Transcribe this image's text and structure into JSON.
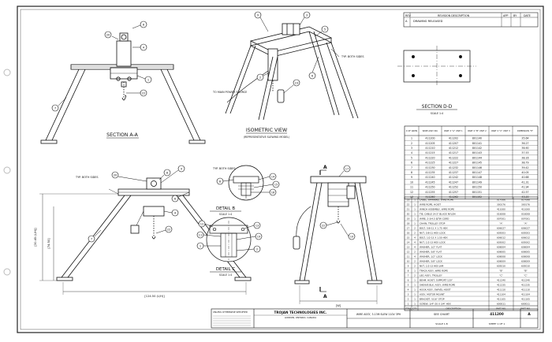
{
  "revision_block": {
    "header": [
      "REV",
      "REVISION DESCRIPTION",
      "APP",
      "BY",
      "DATE"
    ],
    "rows": [
      [
        "A",
        "DRAWING RELEASED",
        "",
        "",
        ""
      ]
    ]
  },
  "views": {
    "section_aa": {
      "title": "SECTION A-A"
    },
    "isometric": {
      "title": "ISOMETRIC VIEW",
      "subtitle": "(REPRESENTATIVE SLEWING MODEL)",
      "note_power": "TO MAIN POWER SOURCE",
      "note_typ": "TYP. BOTH SIDES"
    },
    "section_dd": {
      "title": "SECTION D-D",
      "scale": "SCALE 1:4"
    },
    "detail_b": {
      "title": "DETAIL B",
      "scale": "SCALE 1:4",
      "note_typ": "TYP. BOTH SIDES"
    },
    "detail_c": {
      "title": "DETAIL C",
      "scale": "SCALE 1:4"
    },
    "front": {
      "note_typ": "TYP. BOTH SIDES",
      "dim_height": "[30.45 (L/H)]",
      "dim_inner": "[74.50]",
      "dim_width": "[124.50 (L/H)]"
    },
    "side": {
      "label_a_top": "A",
      "label_a_bottom": "A",
      "dim_w": "[W]"
    }
  },
  "tab_chart": {
    "header": [
      "X OF ARMS",
      "WIRE ASSY NO.",
      "PART X \"A\" UNIT 1",
      "PART X \"B\" UNIT 2",
      "PART X \"C\" UNIT 3",
      "DIMENSION \"H\""
    ],
    "rows": [
      [
        "1",
        "411200",
        "411202",
        "801140",
        "35.64"
      ],
      [
        "2",
        "411205",
        "411207",
        "801141",
        "36.27"
      ],
      [
        "3",
        "411210",
        "411212",
        "801142",
        "36.90"
      ],
      [
        "4",
        "411215",
        "411217",
        "801143",
        "37.53"
      ],
      [
        "5",
        "411220",
        "411222",
        "801144",
        "38.16"
      ],
      [
        "6",
        "411225",
        "411227",
        "801145",
        "38.79"
      ],
      [
        "7",
        "411230",
        "411232",
        "801146",
        "39.42"
      ],
      [
        "8",
        "411235",
        "411237",
        "801147",
        "40.05"
      ],
      [
        "9",
        "411240",
        "411242",
        "801148",
        "40.68"
      ],
      [
        "10",
        "411245",
        "411247",
        "801149",
        "41.31"
      ],
      [
        "11",
        "411250",
        "411252",
        "801150",
        "41.94"
      ],
      [
        "12",
        "411255",
        "411257",
        "801151",
        "42.57"
      ],
      [
        "13",
        "411260",
        "411262",
        "801152",
        "43.20"
      ]
    ]
  },
  "bom": {
    "rows": [
      [
        "23",
        "1",
        "LABEL, WARNING, WIRE ROPE",
        "017006",
        "017006"
      ],
      [
        "22",
        "1",
        "WIRE ROPE, HOIST",
        "300176",
        "300176"
      ],
      [
        "21",
        "1",
        "WINCH ASSEMBLY, WIRE ROPE",
        "411000",
        "411000"
      ],
      [
        "20",
        "1",
        "TIE, CABLE 14.5\" BLACK NYLON",
        "016008",
        "016008"
      ],
      [
        "19",
        "1",
        "WIRE, 2-3/4.5 SJTW CORD",
        "007001",
        "007001"
      ],
      [
        "18",
        "1",
        "CHAIN, TROLLEY STOP",
        "\"A\"",
        "\"A\""
      ],
      [
        "17",
        "2",
        "BOLT, 5/8-11 X 1.75 HEX",
        "606027",
        "606027"
      ],
      [
        "16",
        "2",
        "NUT, 5/8-11 HEX LOCK",
        "605003",
        "605003"
      ],
      [
        "15",
        "4",
        "BOLT, 1/2-13 X 1.50 HEX",
        "606012",
        "606012"
      ],
      [
        "14",
        "4",
        "NUT, 1/2-13 HEX LOCK",
        "605002",
        "605002"
      ],
      [
        "13",
        "4",
        "WASHER, 1/2\" FLAT",
        "608004",
        "608004"
      ],
      [
        "12",
        "2",
        "WASHER, 5/8\" FLAT",
        "608005",
        "608005"
      ],
      [
        "11",
        "4",
        "WASHER, 1/2\" LOCK",
        "608008",
        "608008"
      ],
      [
        "10",
        "2",
        "WASHER, 5/8\" LOCK",
        "608009",
        "608009"
      ],
      [
        "9",
        "2",
        "NUT, 1/2-13 HEX JAM",
        "605010",
        "605010"
      ],
      [
        "8",
        "1",
        "TRACK ASSY, WIRE ROPE",
        "\"B\"",
        "\"B\""
      ],
      [
        "7",
        "2",
        "LEG ASSY, TROLLEY",
        "\"C\"",
        "\"C\""
      ],
      [
        "6",
        "1",
        "BEAM, HOIST, SUPPORT 120\"",
        "411240",
        "411240"
      ],
      [
        "5",
        "1",
        "SHEAVE BLK. ASSY, WIRE ROPE",
        "411235",
        "411235"
      ],
      [
        "4",
        "1",
        "HOOK ASSY, SWIVEL HOIST",
        "411110",
        "411110"
      ],
      [
        "3",
        "1",
        "ASSY, MOTOR MOUNT",
        "411104",
        "411104"
      ],
      [
        "2",
        "1",
        "BRACKET, 5/16\" STOP",
        "411105",
        "411105"
      ],
      [
        "1",
        "1",
        "SCREW, 1/4\"-20 X 3/4\" HEX",
        "600011",
        "600011"
      ]
    ],
    "header": [
      "ITEM",
      "QTY",
      "DESCRIPTION",
      "PART NO.",
      "PART NO."
    ]
  },
  "title_block": {
    "notes_head": "UNLESS OTHERWISE SPECIFIED",
    "company": "TROJAN TECHNOLOGIES INC.",
    "company_sub": "LONDON, ONTARIO, CANADA",
    "drawing_title": "WIRE ASSY, 3-13M SLEW 110V 3PH",
    "chart_label": "SEE CHART",
    "scale_label": "SCALE 1:8",
    "sheet": "SHEET 1 OF 1",
    "dwg_no": "411200",
    "rev": "A"
  },
  "callouts": {
    "section_aa": [
      "20",
      "8",
      "4",
      "1",
      "22",
      "7"
    ],
    "isometric": [
      "9",
      "3",
      "5",
      "6",
      "23",
      "2"
    ],
    "front": [
      "20",
      "8",
      "9",
      "6",
      "4",
      "22",
      "7"
    ],
    "side": [
      "17",
      "22",
      "10"
    ],
    "detail_b": [
      "8",
      "14",
      "15",
      "16"
    ],
    "detail_c": [
      "12",
      "11",
      "1",
      "13",
      "19",
      "2"
    ]
  }
}
